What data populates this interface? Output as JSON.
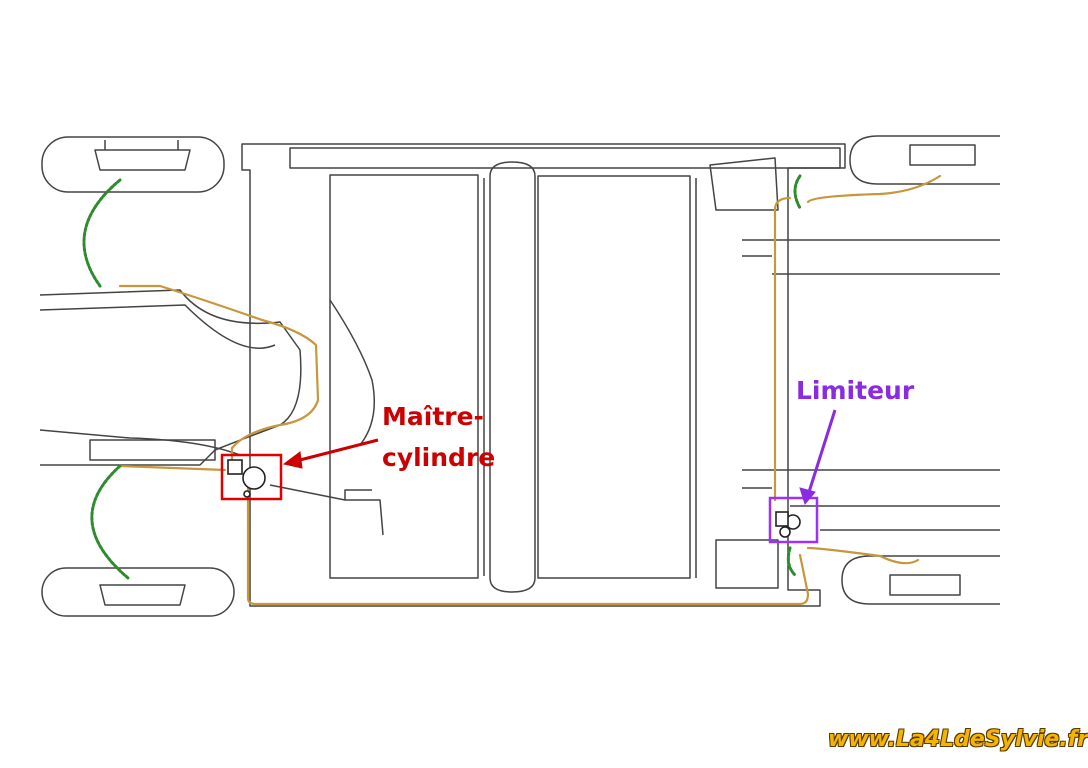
{
  "labels": {
    "master_cylinder_line1": "Maître-",
    "master_cylinder_line2": "cylindre",
    "limiter": "Limiteur",
    "watermark": "www.La4LdeSylvie.fr"
  },
  "colors": {
    "background": "#ffffff",
    "outline": "#444444",
    "brake_pipe": "#c8963c",
    "brake_hose": "#2e8b2e",
    "master_cylinder_highlight": "#e00000",
    "master_cylinder_text": "#cc0000",
    "limiter_highlight": "#9b30ff",
    "limiter_text": "#8a2be2",
    "watermark_fill": "#f5b400"
  }
}
